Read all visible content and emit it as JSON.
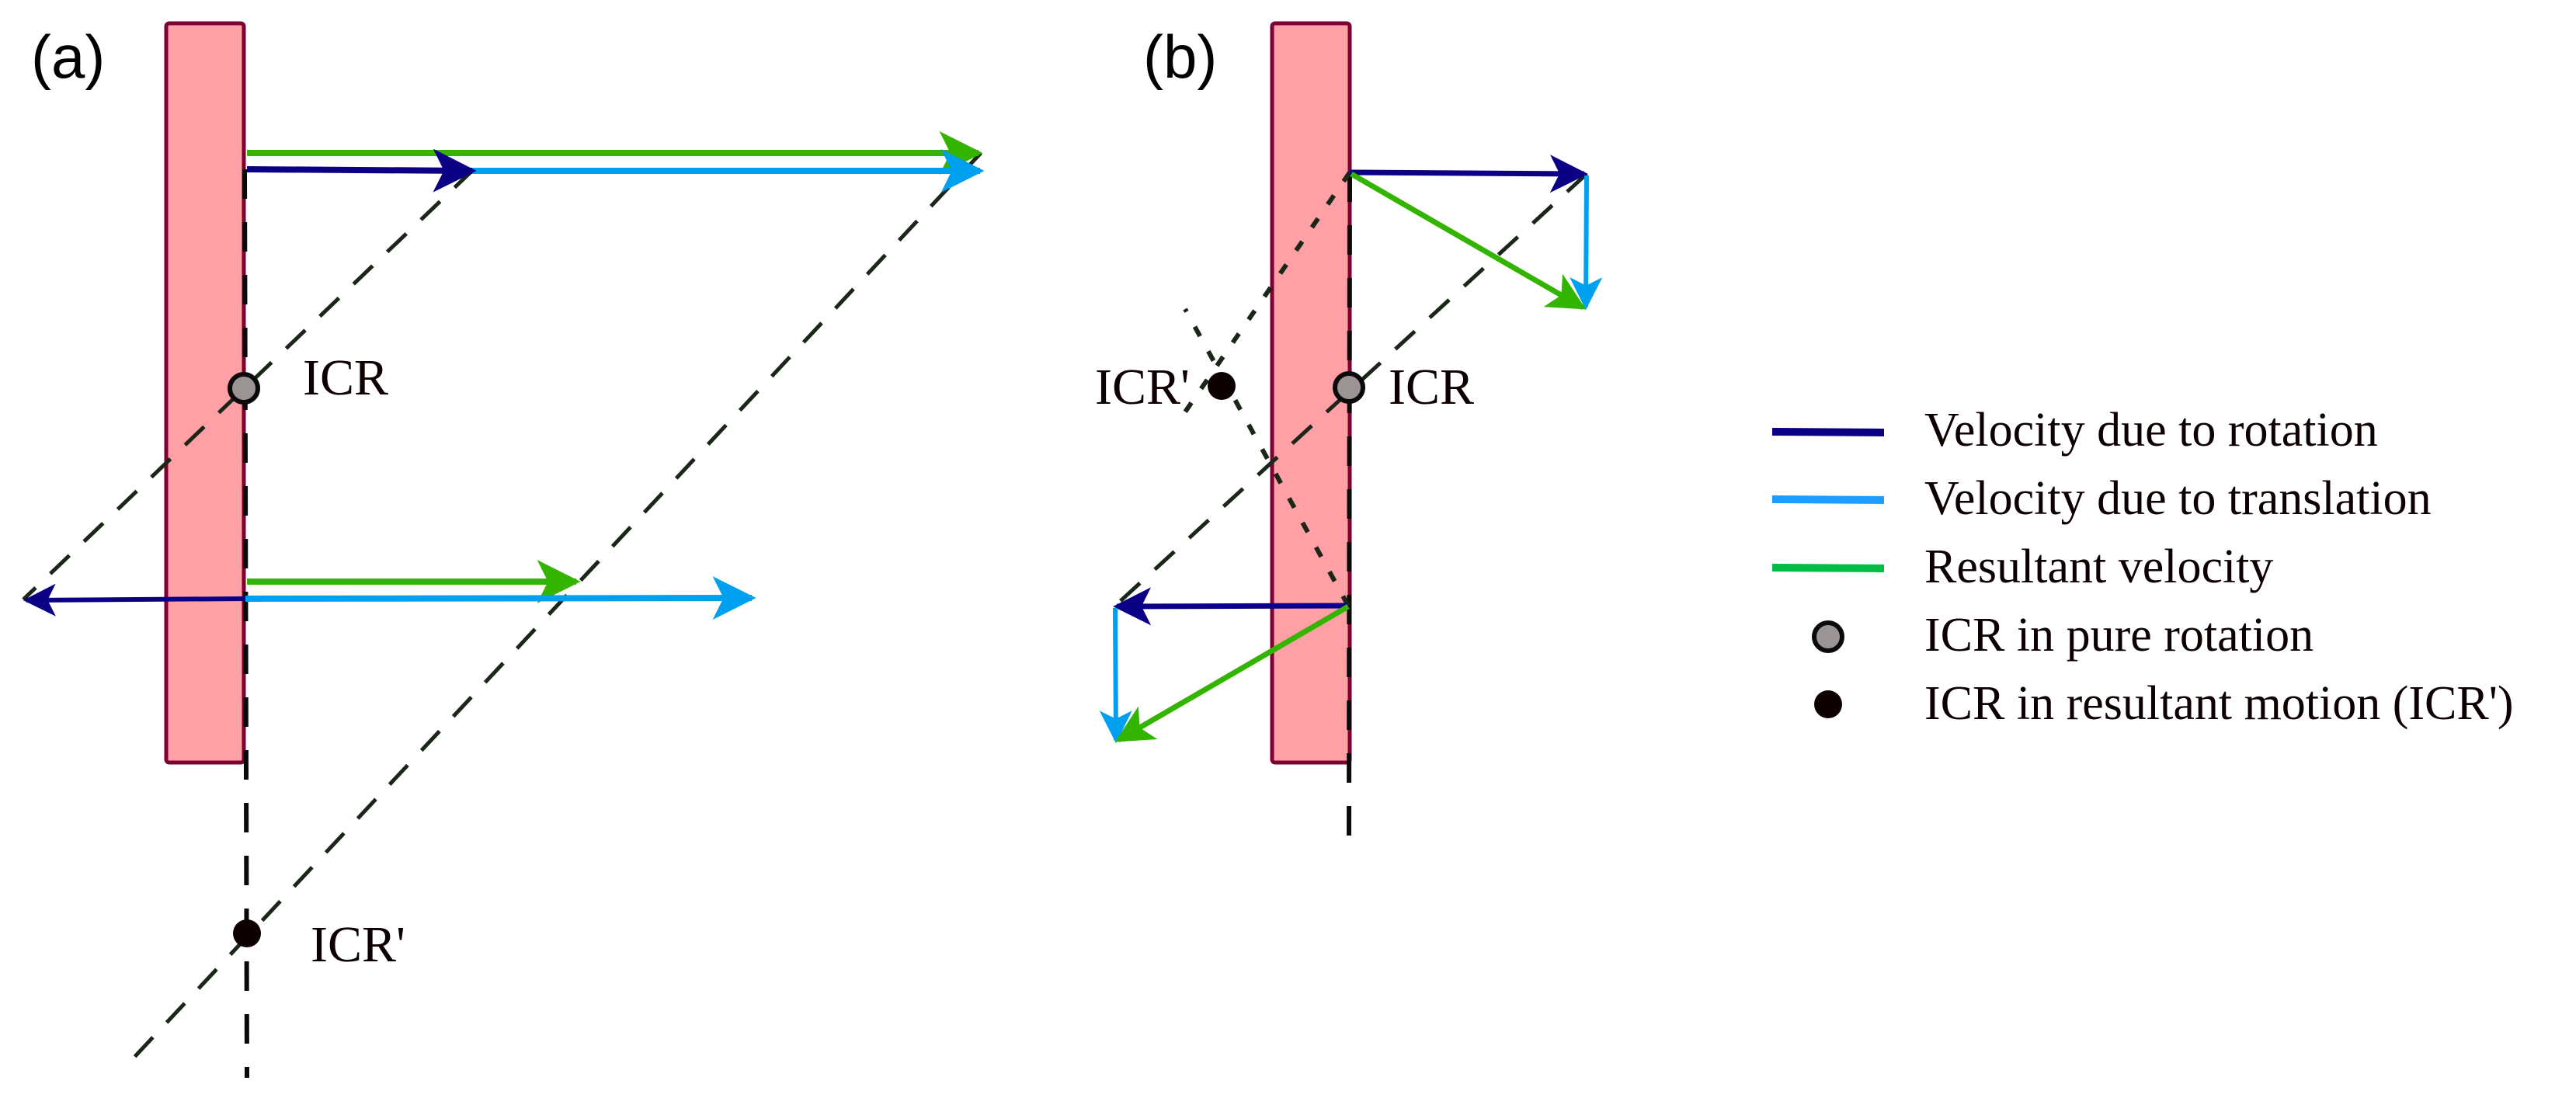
{
  "figure": {
    "panels": [
      {
        "label": "(a)",
        "icr_label": "ICR",
        "icr_prime_label": "ICR'"
      },
      {
        "label": "(b)",
        "icr_label": "ICR",
        "icr_prime_label": "ICR'"
      }
    ]
  },
  "colors": {
    "body_fill": "#ff9fa6",
    "body_stroke": "#7e0030",
    "rotation": "#0b0085",
    "translation": "#00a0f0",
    "resultant": "#33b500",
    "legend_translation": "#1e9bff",
    "legend_resultant": "#00bb44",
    "icr_fill": "#9a9494",
    "icr_prime_fill": "#0d0000"
  },
  "legend": {
    "items": [
      {
        "label": "Velocity due to rotation",
        "kind": "line",
        "color_key": "rotation"
      },
      {
        "label": "Velocity due to translation",
        "kind": "line",
        "color_key": "legend_translation"
      },
      {
        "label": "Resultant velocity",
        "kind": "line",
        "color_key": "legend_resultant"
      },
      {
        "label": "ICR in pure rotation",
        "kind": "circle-gray"
      },
      {
        "label": "ICR in resultant motion (ICR')",
        "kind": "circle-black"
      }
    ]
  }
}
